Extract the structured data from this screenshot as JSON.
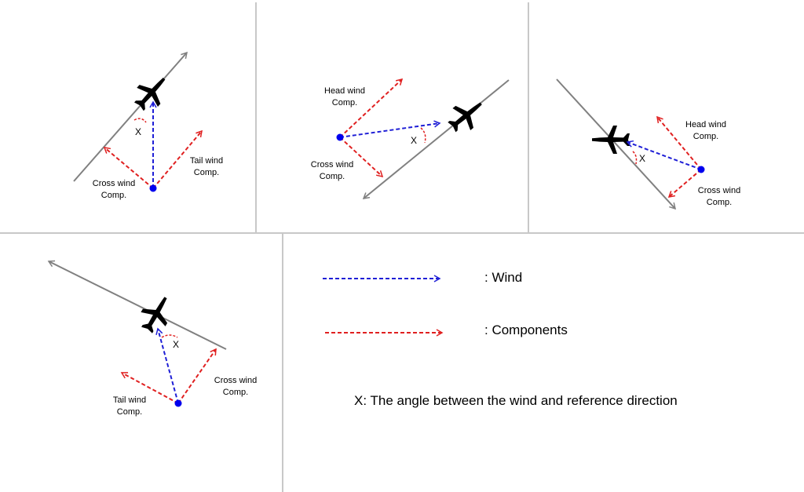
{
  "panels": [
    {
      "angle_label": "X",
      "components": [
        [
          "Cross wind",
          "Comp."
        ],
        [
          "Tail wind",
          "Comp."
        ]
      ]
    },
    {
      "angle_label": "X",
      "components": [
        [
          "Head wind",
          "Comp."
        ],
        [
          "Cross wind",
          "Comp."
        ]
      ]
    },
    {
      "angle_label": "X",
      "components": [
        [
          "Head wind",
          "Comp."
        ],
        [
          "Cross wind",
          "Comp."
        ]
      ]
    },
    {
      "angle_label": "X",
      "components": [
        [
          "Tail wind",
          "Comp."
        ],
        [
          "Cross wind",
          "Comp."
        ]
      ]
    }
  ],
  "legend": {
    "wind": ": Wind",
    "components": ": Components",
    "x_definition": "X: The angle between the wind and reference direction"
  },
  "colors": {
    "wind": "#1f1fd6",
    "components": "#e02020",
    "reference": "#808080",
    "wind_point": "#0000ee",
    "aircraft": "#000000",
    "divider": "#c8c8c8"
  }
}
